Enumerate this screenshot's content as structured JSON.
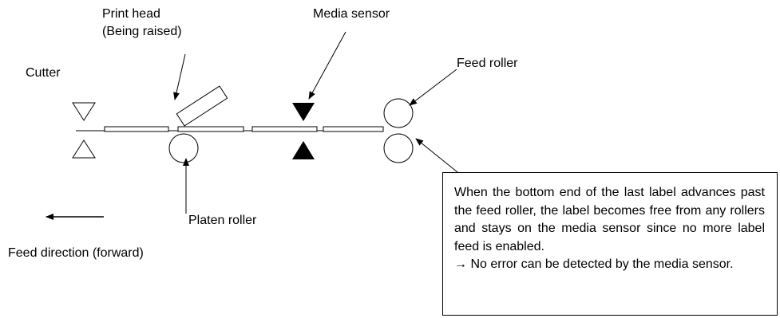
{
  "labels": {
    "print_head": "Print head",
    "print_head_state": "(Being raised)",
    "media_sensor": "Media sensor",
    "cutter": "Cutter",
    "feed_roller": "Feed roller",
    "platen_roller": "Platen roller",
    "feed_direction": "Feed direction (forward)"
  },
  "note": {
    "paragraph_1": "When the bottom end of the last label advances past the feed roller, the label becomes free from any rollers and stays on the media sensor since no more label feed is enabled.",
    "paragraph_2": "→ No error can be detected by the media sensor."
  },
  "colors": {
    "line": "#000000",
    "background": "#ffffff"
  }
}
